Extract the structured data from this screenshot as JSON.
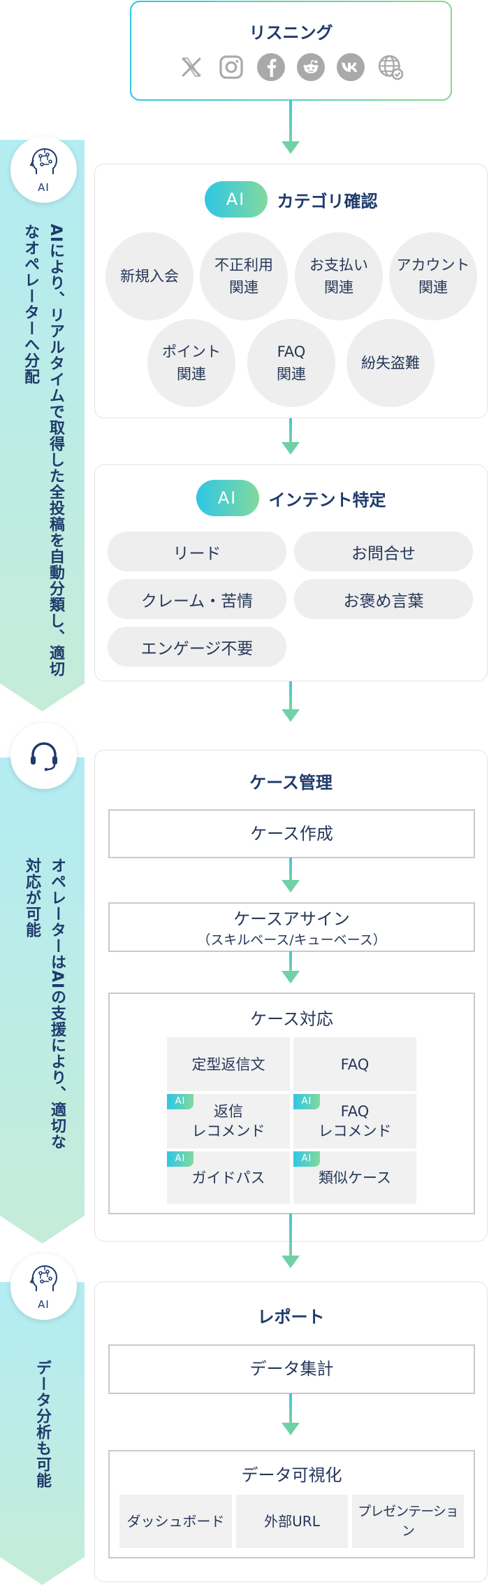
{
  "listening": {
    "title": "リスニング",
    "icons": [
      "x-icon",
      "instagram-icon",
      "facebook-icon",
      "reddit-icon",
      "vk-icon",
      "web-icon"
    ]
  },
  "bands": {
    "ai_label_1": "AI",
    "text_1": "AIにより、リアルタイムで取得した全投稿を自動分類し、適切なオペレーターへ分配",
    "text_2": "オペレーターはAIの支援により、適切な対応が可能",
    "ai_label_3": "AI",
    "text_3": "データ分析も可能"
  },
  "category": {
    "ai": "AI",
    "title": "カテゴリ確認",
    "items": [
      "新規入会",
      "不正利用\n関連",
      "お支払い\n関連",
      "アカウント\n関連",
      "ポイント\n関連",
      "FAQ\n関連",
      "紛失盗難"
    ]
  },
  "intent": {
    "ai": "AI",
    "title": "インテント特定",
    "items": [
      "リード",
      "お問合せ",
      "クレーム・苦情",
      "お褒め言葉",
      "エンゲージ不要"
    ]
  },
  "case": {
    "title": "ケース管理",
    "create": "ケース作成",
    "assign": "ケースアサイン",
    "assign_sub": "（スキルベース/キューベース）",
    "handle": "ケース対応",
    "ai_tag": "AI",
    "tiles": [
      "定型返信文",
      "FAQ",
      "返信\nレコメンド",
      "FAQ\nレコメンド",
      "ガイドパス",
      "類似ケース"
    ]
  },
  "report": {
    "title": "レポート",
    "aggregate": "データ集計",
    "visualize": "データ可視化",
    "tiles": [
      "ダッシュボード",
      "外部URL",
      "プレゼンテーション"
    ]
  },
  "colors": {
    "navy": "#1f3a6b",
    "teal": "#2fc6e6",
    "green": "#82d99c",
    "gray_fill": "#eeeeee"
  }
}
